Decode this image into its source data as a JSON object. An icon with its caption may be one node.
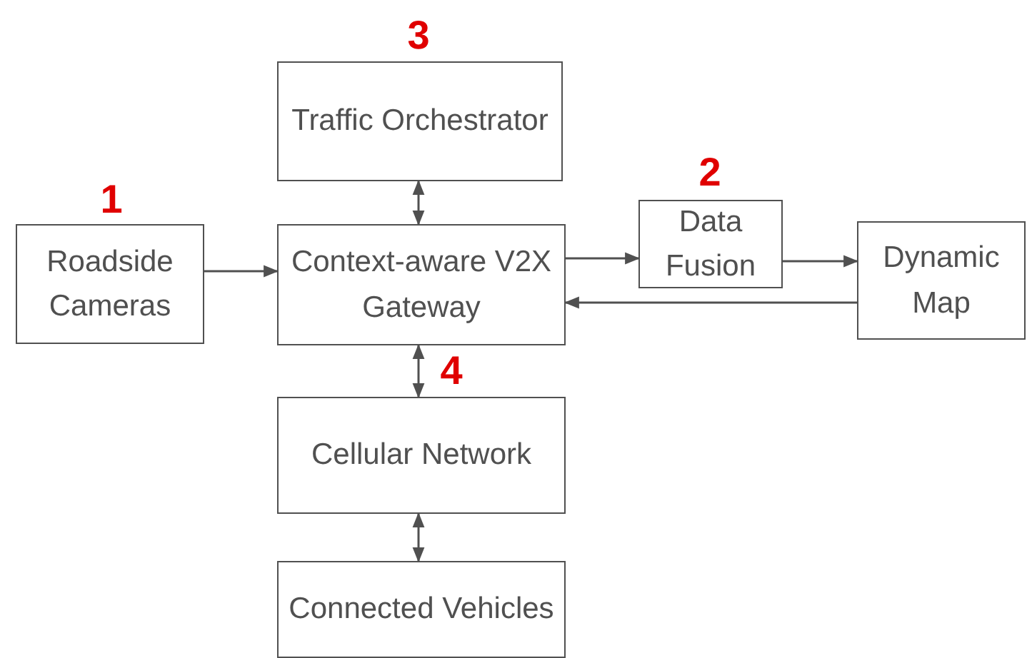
{
  "diagram": {
    "nodes": [
      {
        "text": [
          "Traffic Orchestrator"
        ]
      },
      {
        "text": [
          "Roadside Cameras"
        ]
      },
      {
        "text": [
          "Context-aware V2X Gateway"
        ]
      },
      {
        "text": [
          "Data Fusion"
        ]
      },
      {
        "text": [
          "Dynamic Map"
        ]
      },
      {
        "text": [
          "Cellular Network"
        ]
      },
      {
        "text": [
          "Connected Vehicles"
        ]
      }
    ],
    "edges": [
      {
        "from": 1,
        "to": 2,
        "arrow": "to"
      },
      {
        "from": 0,
        "to": 2,
        "arrow": "both"
      },
      {
        "from": 2,
        "to": 3,
        "arrow": "to"
      },
      {
        "from": 3,
        "to": 4,
        "arrow": "to"
      },
      {
        "from": 4,
        "to": 2,
        "arrow": "to"
      },
      {
        "from": 2,
        "to": 5,
        "arrow": "both"
      },
      {
        "from": 5,
        "to": 6,
        "arrow": "both"
      }
    ],
    "labels": [
      "3",
      "1",
      "2",
      "4"
    ]
  }
}
